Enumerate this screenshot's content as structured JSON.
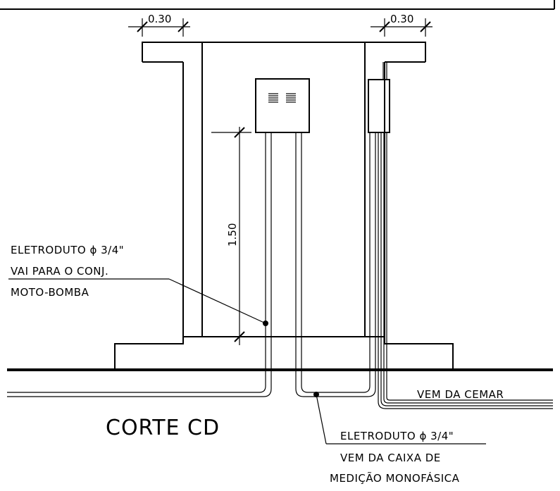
{
  "drawing": {
    "title": "CORTE CD",
    "dimensions": {
      "top_left": "0.30",
      "top_right": "0.30",
      "vertical": "1.50"
    },
    "callout_left": {
      "line1": "ELETRODUTO ϕ 3/4\"",
      "line2": "VAI PARA O CONJ.",
      "line3": "MOTO-BOMBA"
    },
    "callout_bottom": {
      "line1": "ELETRODUTO ϕ 3/4\"",
      "line2": "VEM DA CAIXA DE",
      "line3": "MEDIÇÃO MONOFÁSICA"
    },
    "label_right": "VEM DA CEMAR",
    "line_color": "#000000",
    "background": "#ffffff"
  }
}
